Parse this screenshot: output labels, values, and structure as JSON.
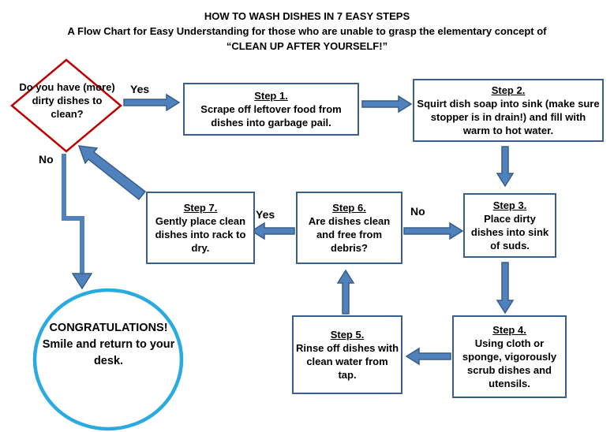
{
  "title": {
    "line1": "HOW TO WASH DISHES IN 7 EASY STEPS",
    "line2": "A Flow Chart for Easy Understanding for those who are unable to grasp the elementary concept of",
    "line3": "“CLEAN UP AFTER YOURSELF!”"
  },
  "decision": {
    "text": "Do you have (more) dirty dishes to clean?"
  },
  "steps": [
    {
      "title": "Step 1.",
      "text": "Scrape off leftover food from dishes into garbage pail."
    },
    {
      "title": "Step 2.",
      "text": "Squirt dish soap into sink (make sure stopper is in drain!) and fill with warm to hot water."
    },
    {
      "title": "Step 3.",
      "text": "Place dirty dishes into sink of suds."
    },
    {
      "title": "Step 4.",
      "text": "Using cloth or sponge, vigorously scrub dishes and utensils."
    },
    {
      "title": "Step 5.",
      "text": "Rinse off dishes with clean water from tap."
    },
    {
      "title": "Step 6.",
      "text": "Are dishes clean and free from debris?"
    },
    {
      "title": "Step 7.",
      "text": "Gently place clean dishes into rack to dry."
    }
  ],
  "labels": {
    "yes_diamond_to_step1": "Yes",
    "no_below_diamond": "No",
    "yes_step6_to_step7": "Yes",
    "no_step6_to_step3": "No"
  },
  "end": {
    "line1": "CONGRATULATIONS!",
    "line2": "Smile and return to your desk."
  },
  "colors": {
    "arrow_fill": "#4F81BD",
    "arrow_stroke": "#385D8A",
    "box_border": "#3A5F8E",
    "diamond_border": "#C00000",
    "circle_border": "#29ABE2",
    "text": "#000000"
  }
}
